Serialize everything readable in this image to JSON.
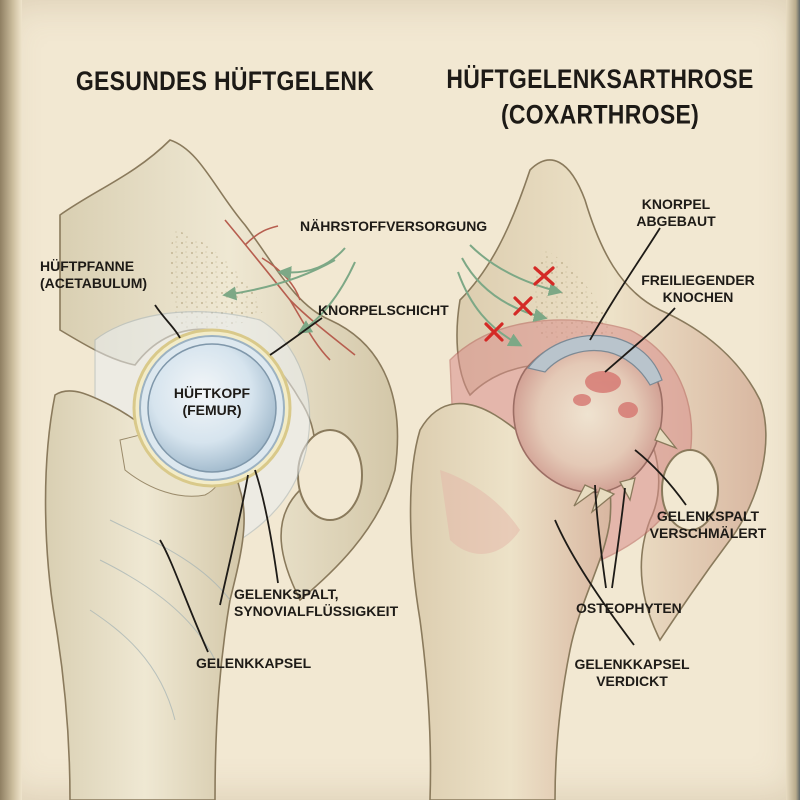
{
  "panels": {
    "healthy": {
      "title": "GESUNDES HÜFTGELENK",
      "labels": {
        "acetabulum_1": "HÜFTPFANNE",
        "acetabulum_2": "(ACETABULUM)",
        "nutrient": "NÄHRSTOFFVERSORGUNG",
        "cartilage": "KNORPELSCHICHT",
        "head_1": "HÜFTKOPF",
        "head_2": "(FEMUR)",
        "gap_1": "GELENKSPALT,",
        "gap_2": "SYNOVIALFLÜSSIGKEIT",
        "capsule": "GELENKKAPSEL"
      }
    },
    "arthrosis": {
      "title_1": "HÜFTGELENKSARTHROSE",
      "title_2": "(COXARTHROSE)",
      "labels": {
        "cartilage_1": "KNORPEL",
        "cartilage_2": "ABGEBAUT",
        "bone_1": "FREILIEGENDER",
        "bone_2": "KNOCHEN",
        "gap_1": "GELENKSPALT",
        "gap_2": "VERSCHMÄLERT",
        "osteo": "OSTEOPHYTEN",
        "capsule_1": "GELENKKAPSEL",
        "capsule_2": "VERDICKT"
      }
    }
  },
  "colors": {
    "paper": "#f2e8d2",
    "bone": "#e6ddc2",
    "cartilage_blue": "#c9dcea",
    "inflamed": "#d98f8c",
    "marker_red": "#d42a26",
    "arrow_green": "#7da886",
    "ink": "#1e1b17"
  }
}
